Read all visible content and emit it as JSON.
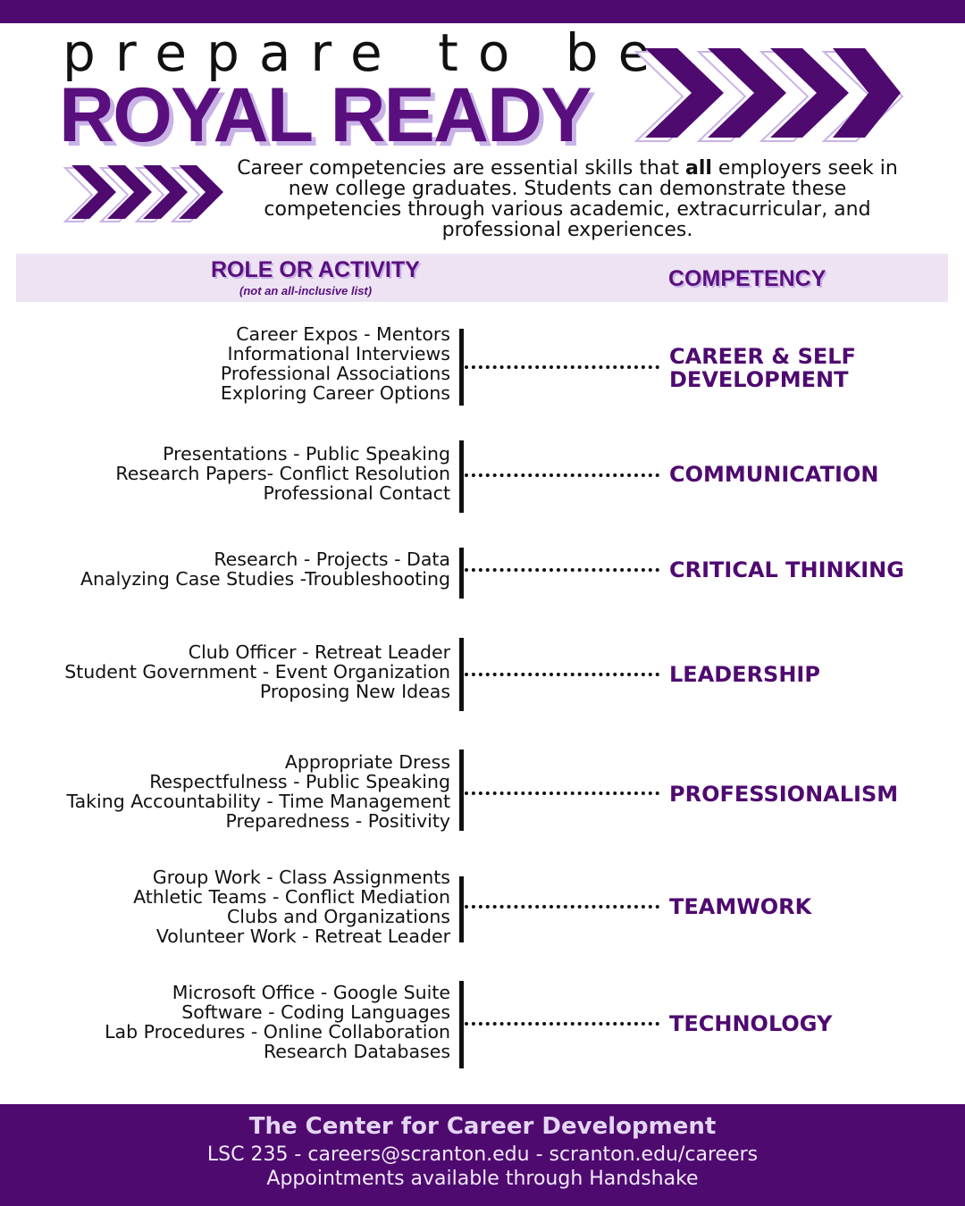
{
  "header": {
    "pre_title": "prepare to be",
    "title": "ROYAL READY",
    "intro_before": "Career competencies are essential skills that ",
    "intro_bold": "all",
    "intro_after": " employers seek in new college graduates. Students can demonstrate these competencies through various academic, extracurricular, and professional experiences."
  },
  "table_header": {
    "role": "ROLE OR ACTIVITY",
    "role_note": "(not an all-inclusive list)",
    "competency": "COMPETENCY"
  },
  "rows": [
    {
      "activities": [
        "Career Expos - Mentors",
        "Informational Interviews",
        "Professional Associations",
        "Exploring Career Options"
      ],
      "competency": [
        "CAREER & SELF",
        "DEVELOPMENT"
      ]
    },
    {
      "activities": [
        "Presentations - Public Speaking",
        "Research Papers- Conflict Resolution",
        "Professional Contact"
      ],
      "competency": [
        "COMMUNICATION",
        ""
      ]
    },
    {
      "activities": [
        "Research - Projects - Data",
        "Analyzing Case Studies -Troubleshooting"
      ],
      "competency": [
        "CRITICAL THINKING",
        ""
      ]
    },
    {
      "activities": [
        "Club Officer - Retreat Leader",
        "Student Government - Event Organization",
        "Proposing New Ideas"
      ],
      "competency": [
        "LEADERSHIP",
        ""
      ]
    },
    {
      "activities": [
        "Appropriate Dress",
        "Respectfulness - Public Speaking",
        "Taking Accountability - Time Management",
        "Preparedness - Positivity"
      ],
      "competency": [
        "PROFESSIONALISM",
        ""
      ]
    },
    {
      "activities": [
        "Group Work - Class Assignments",
        "Athletic Teams - Conflict Mediation",
        "Clubs and Organizations",
        "Volunteer Work - Retreat Leader"
      ],
      "competency": [
        "TEAMWORK",
        ""
      ]
    },
    {
      "activities": [
        "Microsoft Office - Google Suite",
        "Software - Coding Languages",
        "Lab Procedures - Online Collaboration",
        "Research Databases"
      ],
      "competency": [
        "TECHNOLOGY",
        ""
      ]
    }
  ],
  "footer": {
    "title": "The Center for Career Development",
    "contact": "LSC 235 - careers@scranton.edu - scranton.edu/careers",
    "appointments": "Appointments available through Handshake"
  },
  "colors": {
    "brand_purple": "#4f0a70",
    "title_purple": "#5a0f7e",
    "shadow_lavender": "#c9b3e6",
    "band_lavender": "#ede3f3"
  },
  "icons": {
    "big_chevrons": "chevron-right-icon x4",
    "small_chevrons": "chevron-right-icon x4"
  }
}
